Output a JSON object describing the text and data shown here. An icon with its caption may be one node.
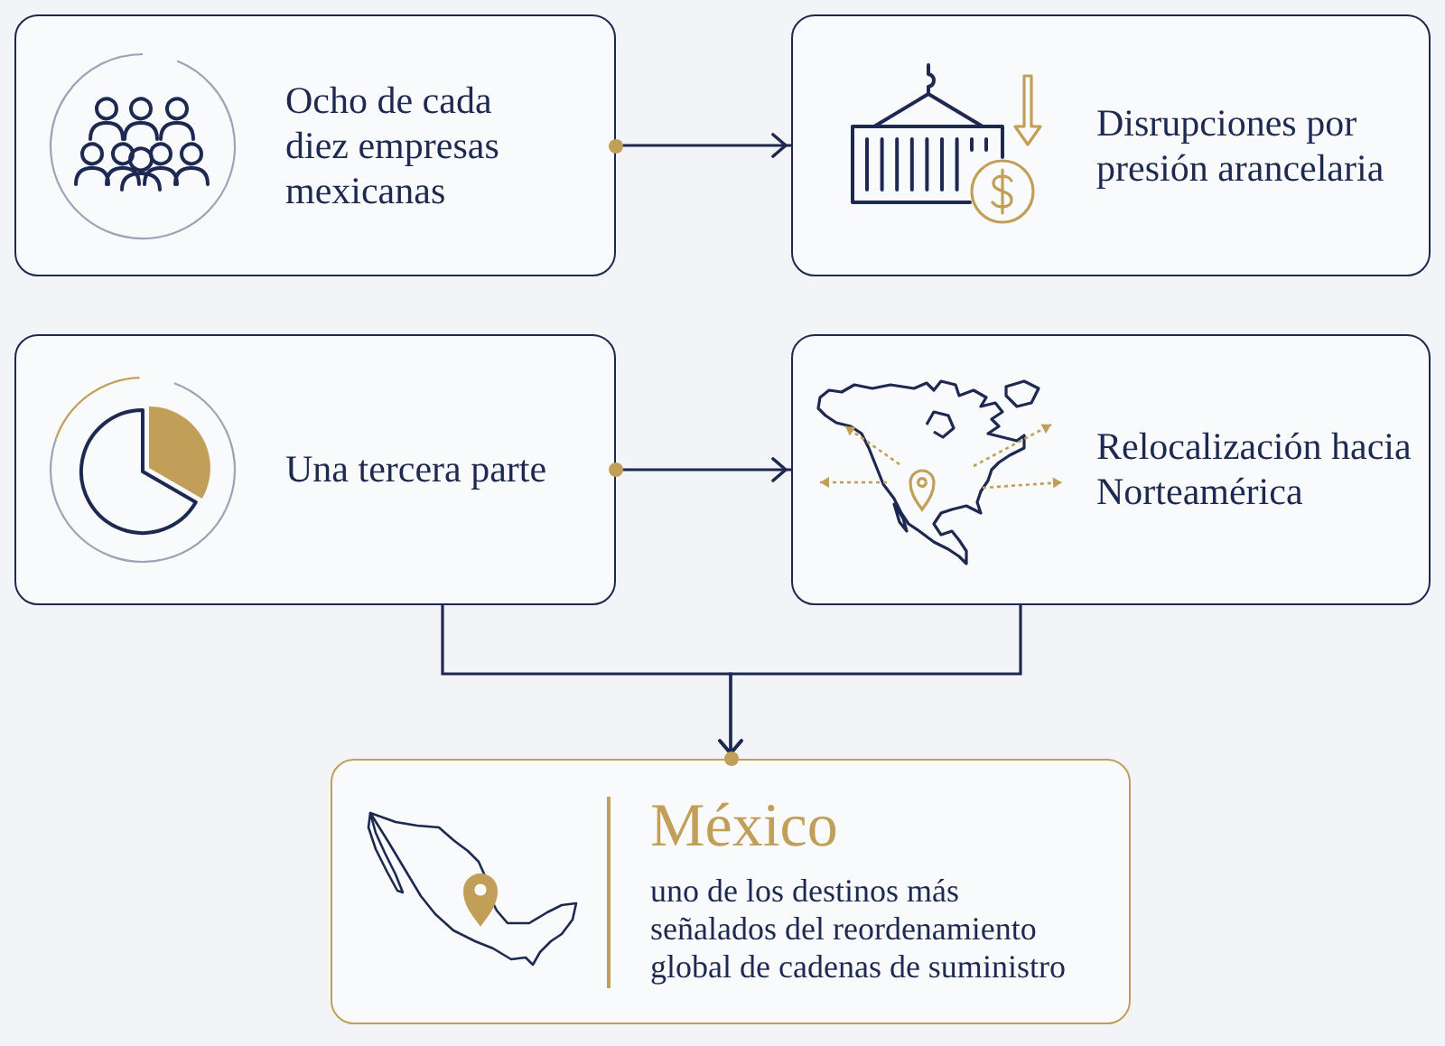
{
  "diagram": {
    "nodes": [
      {
        "text": [
          "Ocho de cada diez empresas mexicanas"
        ]
      },
      {
        "text": [
          "Disrupciones por presión arancelaria"
        ]
      },
      {
        "text": [
          "Una tercera parte"
        ]
      },
      {
        "text": [
          "Relocalización hacia Norteamérica"
        ]
      },
      {
        "text": [
          "México",
          "uno de los destinos más señalados del reordenamiento global de cadenas de suministro"
        ]
      }
    ],
    "edges": [
      {
        "from": 0,
        "to": 1,
        "arrow": "to"
      },
      {
        "from": 2,
        "to": 3,
        "arrow": "to"
      },
      {
        "from": 2,
        "to": 4,
        "arrow": "to"
      },
      {
        "from": 3,
        "to": 4,
        "arrow": "to"
      }
    ]
  }
}
